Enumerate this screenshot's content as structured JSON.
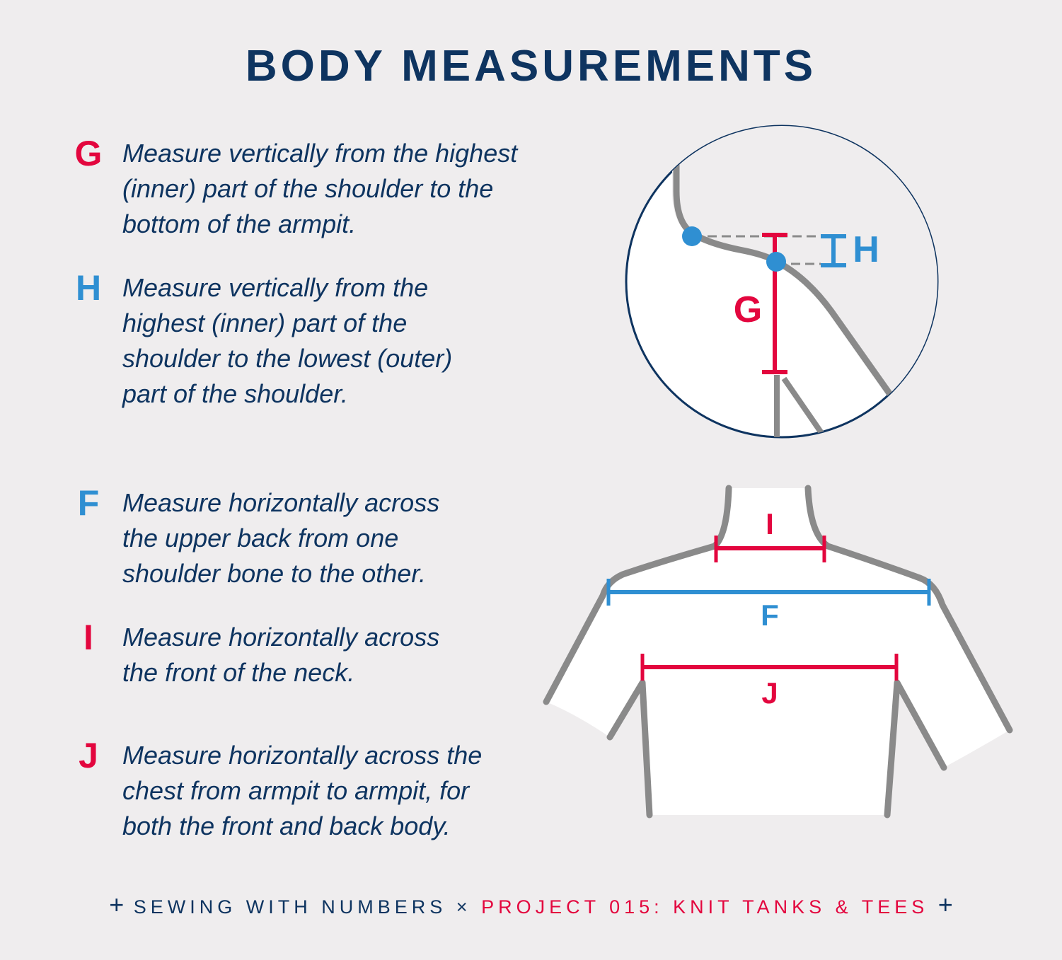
{
  "title": "BODY MEASUREMENTS",
  "items": [
    {
      "letter": "G",
      "color": "#e3063e",
      "text": "Measure vertically from the highest\n(inner) part of the shoulder to the\nbottom of the armpit."
    },
    {
      "letter": "H",
      "color": "#2f8fd2",
      "text": "Measure vertically from the\nhighest (inner) part of the\nshoulder to the lowest (outer)\npart of the shoulder."
    },
    {
      "letter": "F",
      "color": "#2f8fd2",
      "text": "Measure horizontally across\nthe upper back from one\nshoulder bone to the other."
    },
    {
      "letter": "I",
      "color": "#e3063e",
      "text": "Measure horizontally across\nthe front of the neck."
    },
    {
      "letter": "J",
      "color": "#e3063e",
      "text": "Measure horizontally across the\nchest from armpit to armpit, for\nboth the front and back body."
    }
  ],
  "diagram_labels": {
    "G": "G",
    "H": "H",
    "F": "F",
    "I": "I",
    "J": "J"
  },
  "footer": {
    "left": "SEWING WITH NUMBERS",
    "separator": "×",
    "right": "PROJECT 015: KNIT TANKS & TEES",
    "plus": "+"
  },
  "colors": {
    "navy": "#0e3460",
    "red": "#e3063e",
    "blue": "#2f8fd2",
    "gray": "#8a8a8a",
    "background": "#efedee"
  }
}
